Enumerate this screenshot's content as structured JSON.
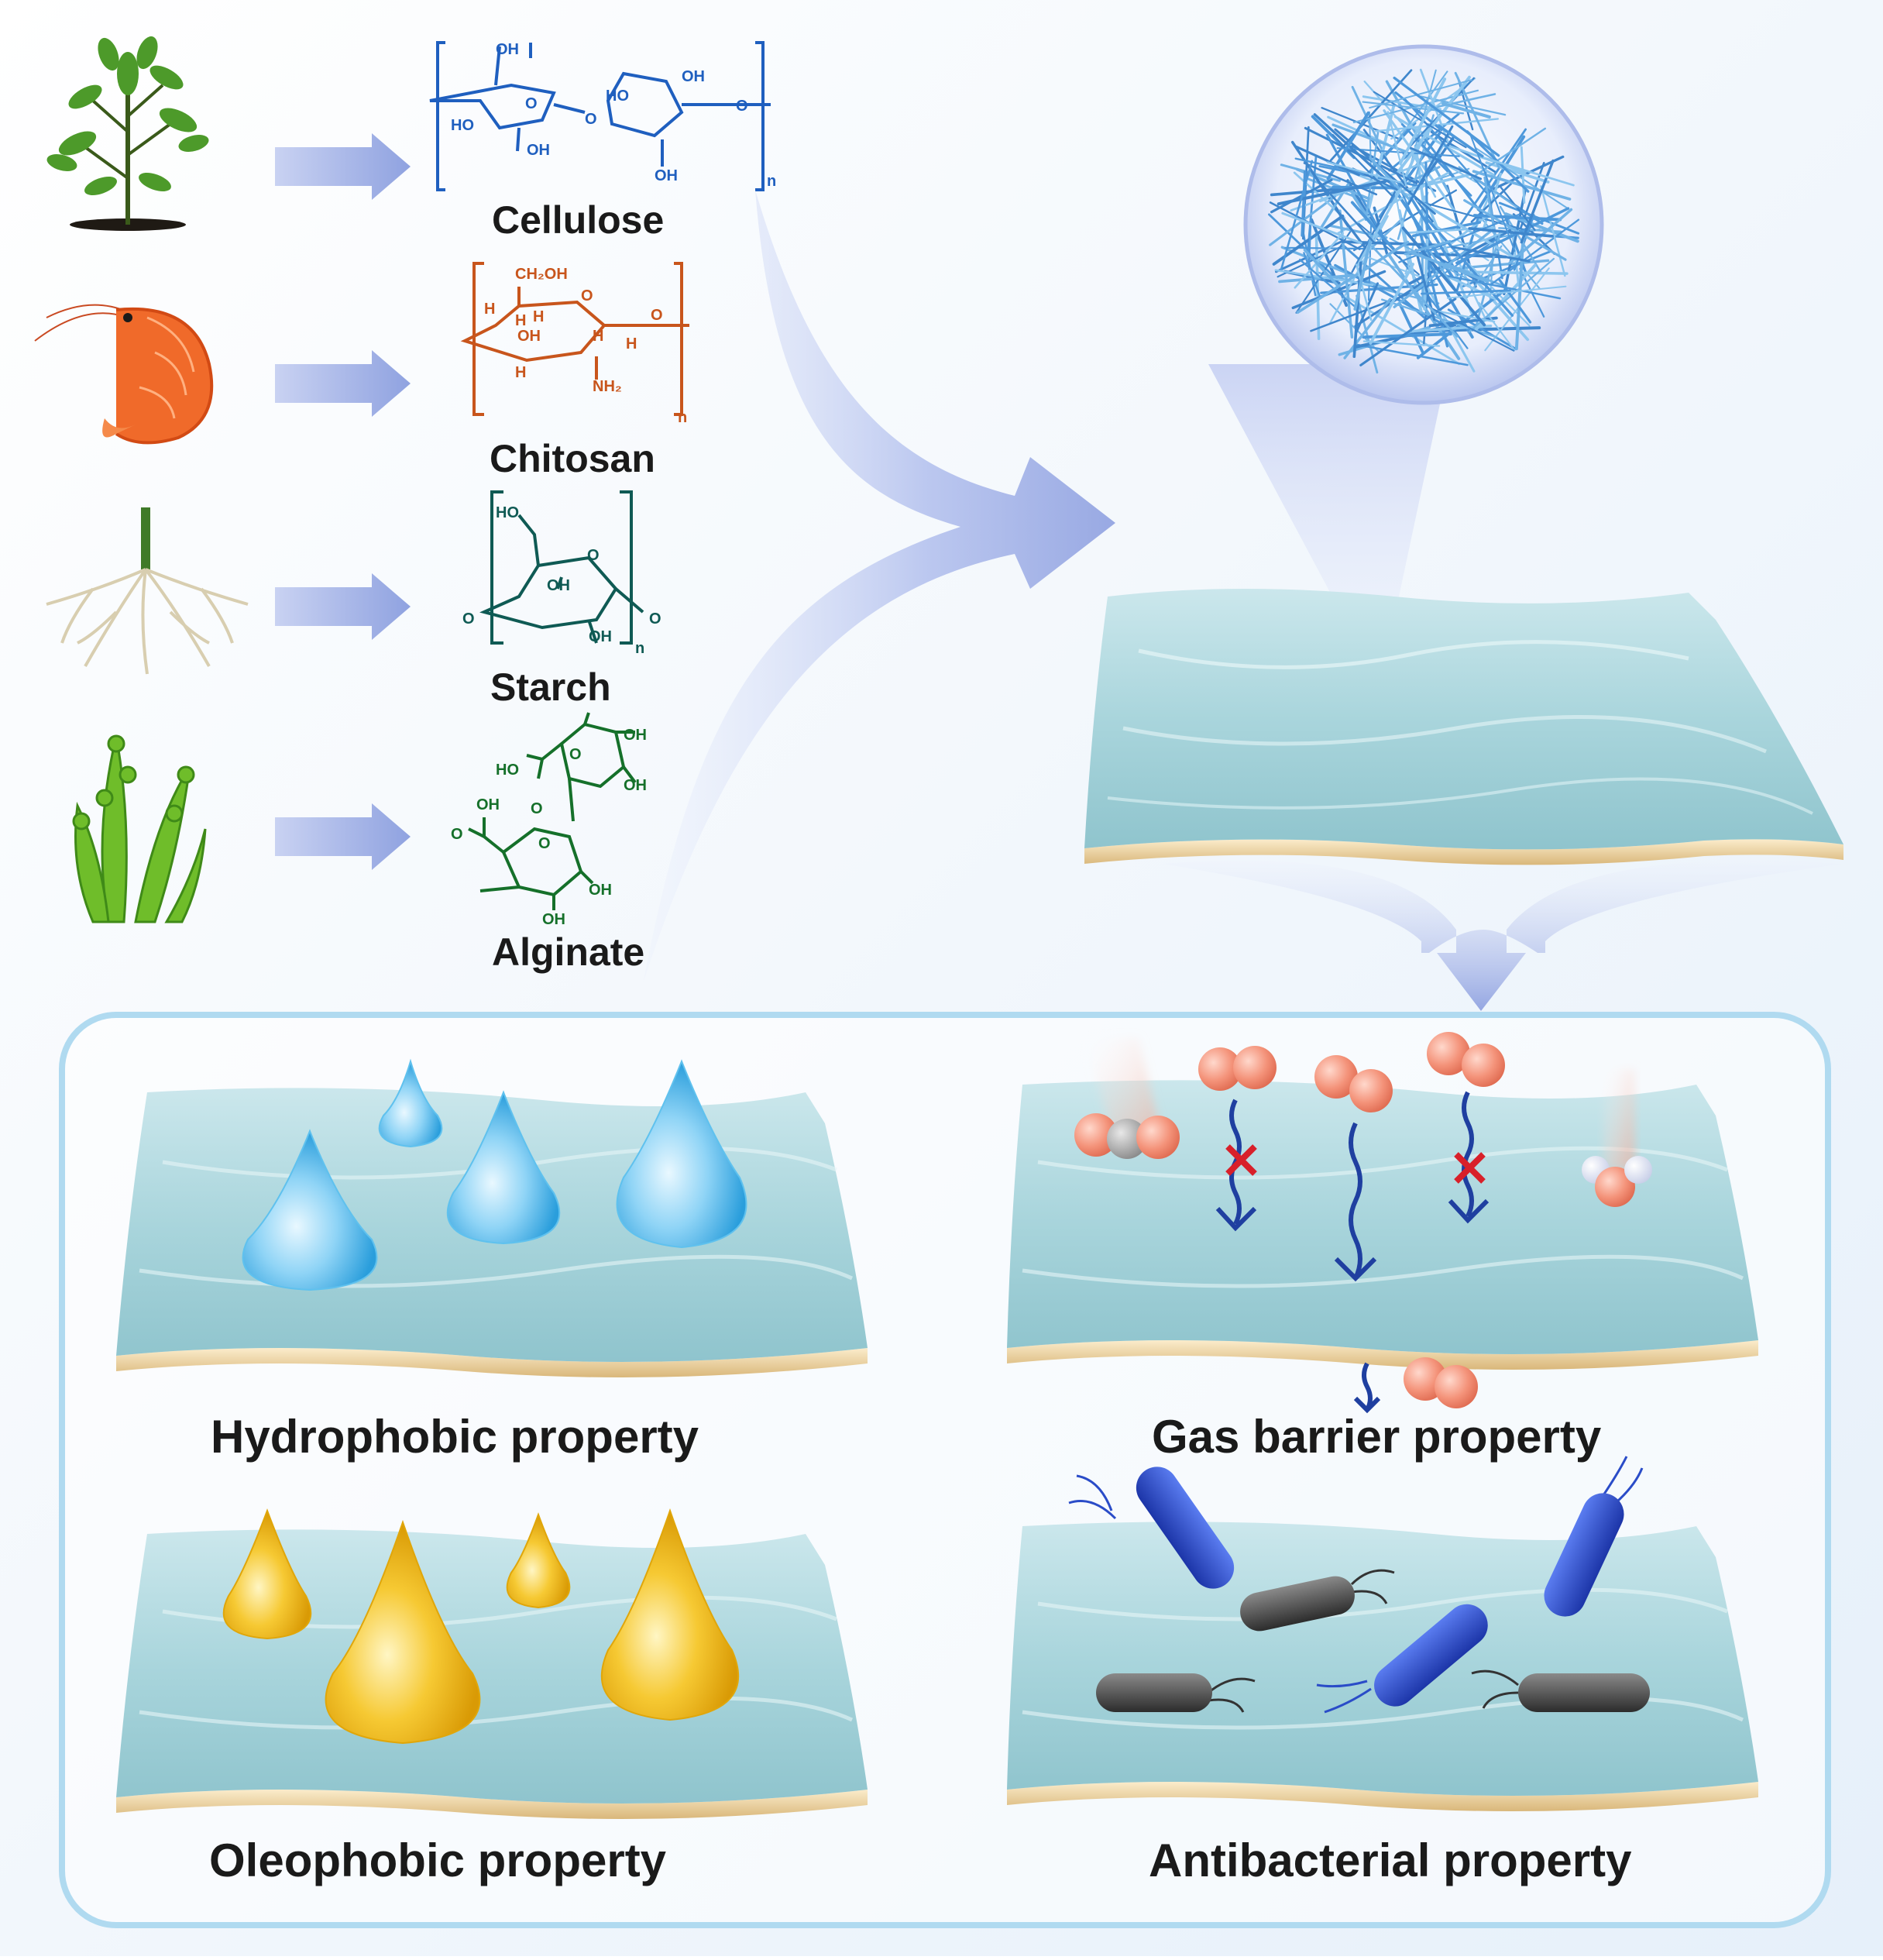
{
  "colors": {
    "background": "#eef5fb",
    "panel_border": "#a7d3ec",
    "arrow": "#9fb0e4",
    "film_top": "#b9dde3",
    "film_edge": "#f0d9a6",
    "cellulose": "#1f5fbf",
    "chitosan": "#c8551c",
    "starch": "#0f5a54",
    "alginate": "#15702a",
    "nanofiber": "#6fb2e6",
    "water_drop": "#49b7ea",
    "oil_drop": "#efb40e",
    "gas_molecule": "#f39277",
    "blocked_mark": "#d8202a",
    "bacteria_blue": "#2a4cc8",
    "bacteria_gray": "#4a4a4a"
  },
  "sources": [
    {
      "organism_icon": "plant-icon",
      "polymer": "Cellulose"
    },
    {
      "organism_icon": "shrimp-icon",
      "polymer": "Chitosan"
    },
    {
      "organism_icon": "root-icon",
      "polymer": "Starch"
    },
    {
      "organism_icon": "seaweed-icon",
      "polymer": "Alginate"
    }
  ],
  "chem": {
    "cellulose": {
      "oh": "OH",
      "ho": "HO",
      "o": "O",
      "n": "n"
    },
    "chitosan": {
      "ch2oh": "CH₂OH",
      "h": "H",
      "oh": "OH",
      "nh2": "NH₂",
      "o": "O",
      "n": "n"
    },
    "starch": {
      "ho": "HO",
      "oh": "OH",
      "o": "O",
      "n": "n"
    },
    "alginate": {
      "oh": "OH",
      "ho": "HO",
      "o": "O"
    }
  },
  "properties": {
    "hydrophobic": "Hydrophobic property",
    "gas_barrier": "Gas barrier property",
    "oleophobic": "Oleophobic property",
    "antibacterial": "Antibacterial property"
  }
}
